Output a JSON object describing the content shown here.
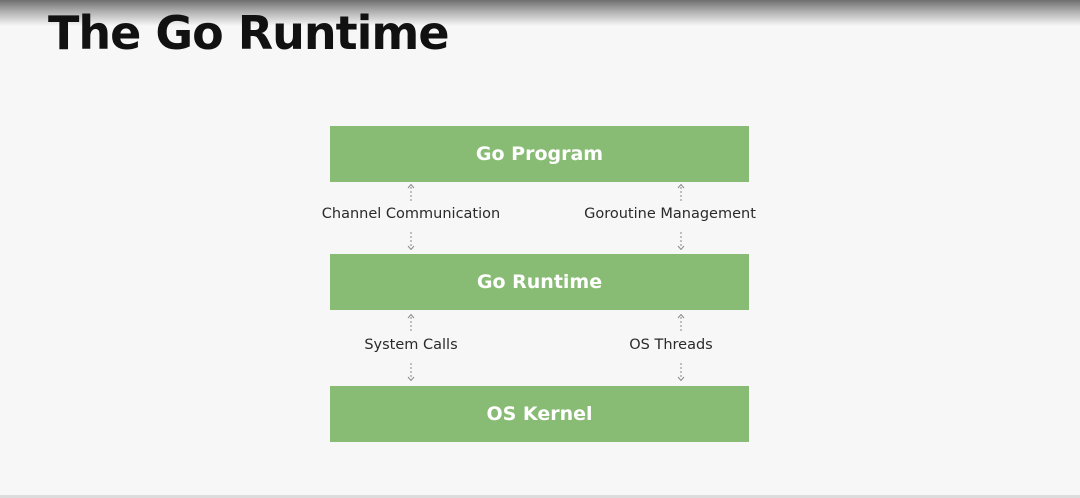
{
  "slide": {
    "title": "The Go Runtime"
  },
  "layers": [
    {
      "label": "Go Program"
    },
    {
      "label": "Go Runtime"
    },
    {
      "label": "OS Kernel"
    }
  ],
  "connections": [
    {
      "left": "Channel Communication",
      "right": "Goroutine Management"
    },
    {
      "left": "System Calls",
      "right": "OS Threads"
    }
  ],
  "colors": {
    "box_fill": "#88bb74",
    "box_text": "#ffffff",
    "arrow": "#8a8a8a"
  }
}
